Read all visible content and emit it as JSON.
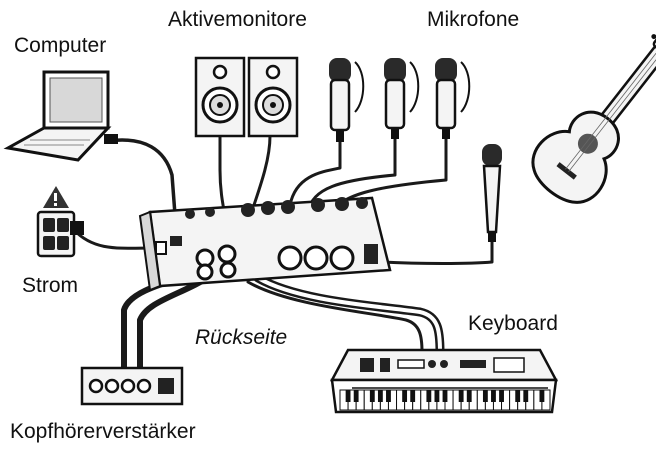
{
  "labels": {
    "computer": "Computer",
    "monitors": "Aktivemonitore",
    "microphones": "Mikrofone",
    "power": "Strom",
    "rear": "Rückseite",
    "keyboard": "Keyboard",
    "headphone_amp": "Kopfhörerverstärker"
  },
  "colors": {
    "background": "#ffffff",
    "ink": "#111111",
    "cable": "#1a1a1a",
    "device_fill": "#f2f2f2",
    "warning": "#333333"
  }
}
